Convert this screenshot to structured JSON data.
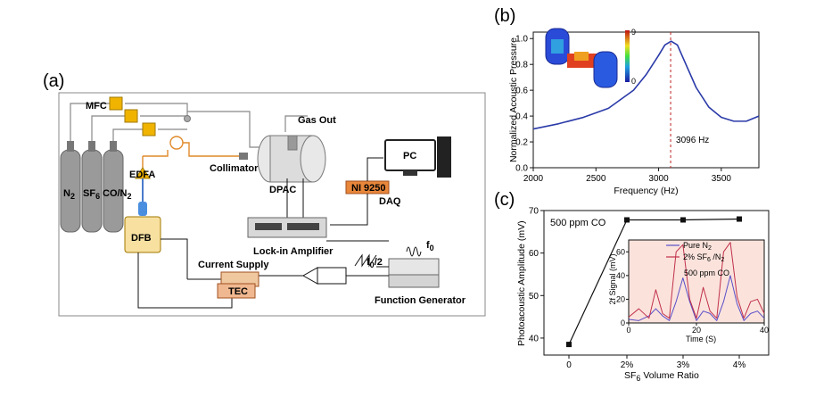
{
  "panels": {
    "a": {
      "letter": "(a)",
      "labels": {
        "mfc": "MFC",
        "gas_out": "Gas Out",
        "pc": "PC",
        "collimator": "Collimator",
        "edfa": "EDFA",
        "dpac": "DPAC",
        "ni9250": "NI 9250",
        "daq": "DAQ",
        "n2": "N",
        "n2_sub": "2",
        "sf6": "SF",
        "sf6_sub": "6",
        "co_n2": "CO/N",
        "co_n2_sub": "2",
        "dfb": "DFB",
        "lockin": "Lock-in Amplifier",
        "f0": "f",
        "f0_sub": "0",
        "f0_half": "f",
        "f0_half_sub": "0",
        "f0_half_tail": "/2",
        "current_supply": "Current Supply",
        "tec": "TEC",
        "function_generator": "Function Generator"
      }
    },
    "b": {
      "letter": "(b)",
      "annotation": "3096 Hz",
      "colorbar_max": "9",
      "colorbar_min": "0"
    },
    "c": {
      "letter": "(c)",
      "annotation": "500 ppm CO",
      "inset_annotation": "500 ppm CO",
      "inset_ylabel_main": "2f Signal (mV)",
      "inset_xlabel": "Time (S)",
      "inset_legend": [
        {
          "text": "Pure N",
          "sub": "2",
          "tail": ""
        },
        {
          "text": "2% SF",
          "sub": "6",
          "tail": " /N",
          "sub2": "2"
        }
      ],
      "xlabel_main": "SF",
      "xlabel_sub": "6",
      "xlabel_tail": " Volume Ratio",
      "ylabel": "Photoacoustic Amplitude (mV)"
    }
  },
  "chart_data": [
    {
      "type": "line",
      "panel": "b",
      "title": "",
      "xlabel": "Frequency (Hz)",
      "ylabel": "Normalized Acoustic Pressure",
      "xlim": [
        2000,
        3800
      ],
      "ylim": [
        0,
        1.05
      ],
      "xticks": [
        "2000",
        "2500",
        "3000",
        "3500"
      ],
      "yticks": [
        "0.0",
        "0.2",
        "0.4",
        "0.6",
        "0.8",
        "1.0"
      ],
      "resonance": 3096,
      "series": [
        {
          "color": "#2a3aa8",
          "x": [
            2000,
            2200,
            2400,
            2600,
            2800,
            2900,
            3000,
            3050,
            3100,
            3150,
            3200,
            3300,
            3400,
            3500,
            3600,
            3700,
            3800
          ],
          "y": [
            0.3,
            0.34,
            0.39,
            0.46,
            0.6,
            0.72,
            0.87,
            0.95,
            0.98,
            0.95,
            0.84,
            0.62,
            0.47,
            0.39,
            0.36,
            0.36,
            0.4
          ]
        }
      ]
    },
    {
      "type": "line",
      "panel": "c",
      "title": "",
      "xlabel": "SF6 Volume Ratio",
      "ylabel": "Photoacoustic Amplitude (mV)",
      "categories": [
        "0",
        "2%",
        "3%",
        "4%"
      ],
      "ylim": [
        36,
        70
      ],
      "yticks": [
        "40",
        "50",
        "60",
        "70"
      ],
      "series": [
        {
          "color": "#111111",
          "values": [
            38.5,
            67.8,
            67.8,
            68.0
          ]
        }
      ],
      "inset": {
        "type": "line",
        "xlim": [
          0,
          40
        ],
        "ylim": [
          0,
          70
        ],
        "xticks": [
          "0",
          "20",
          "40"
        ],
        "yticks": [
          "0",
          "20",
          "40",
          "60"
        ],
        "series": [
          {
            "name": "Pure N2",
            "color": "#5a4fc8",
            "x": [
              0,
              3,
              6,
              8,
              10,
              12,
              14,
              16,
              18,
              20,
              22,
              24,
              26,
              28,
              30,
              32,
              34,
              36,
              38,
              40
            ],
            "y": [
              3,
              2,
              6,
              12,
              6,
              2,
              18,
              38,
              18,
              2,
              10,
              8,
              2,
              18,
              40,
              16,
              2,
              8,
              10,
              4
            ]
          },
          {
            "name": "2% SF6/N2",
            "color": "#c0304a",
            "x": [
              0,
              3,
              6,
              8,
              10,
              12,
              14,
              16,
              18,
              20,
              22,
              24,
              26,
              28,
              30,
              32,
              34,
              36,
              38,
              40
            ],
            "y": [
              5,
              12,
              4,
              28,
              8,
              4,
              60,
              66,
              20,
              4,
              30,
              10,
              4,
              60,
              68,
              22,
              4,
              18,
              20,
              8
            ]
          }
        ]
      }
    }
  ]
}
